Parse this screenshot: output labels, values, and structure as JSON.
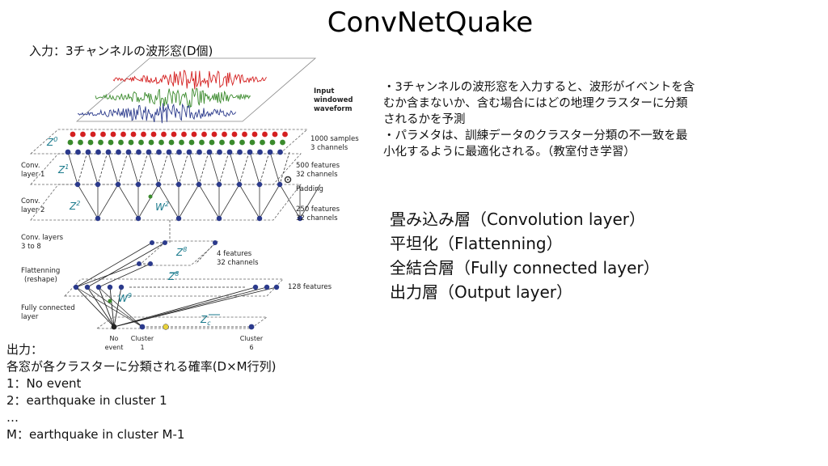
{
  "slide": {
    "title": "ConvNetQuake",
    "input_label": "入力：3チャンネルの波形窓(D個)",
    "description_lines": [
      "・3チャンネルの波形窓を入力すると、波形がイベントを含",
      "むか含まないか、含む場合にはどの地理クラスターに分類",
      "されるかを予測",
      "・パラメタは、訓練データのクラスター分類の不一致を最",
      "小化するように最適化される。（教室付き学習）"
    ],
    "layers": [
      "畳み込み層（Convolution layer）",
      "平坦化（Flattenning）",
      "全結合層（Fully connected layer）",
      "出力層（Output layer）"
    ],
    "output_lines": [
      "出力：",
      "各窓が各クラスターに分類される確率(D×M行列)",
      "1：No event",
      "2：earthquake in cluster 1",
      "…",
      "M：earthquake in cluster M-1"
    ]
  },
  "diagram": {
    "left_labels": {
      "conv1": [
        "Conv.",
        "layer 1"
      ],
      "conv2": [
        "Conv.",
        "layer 2"
      ],
      "conv38": [
        "Conv. layers",
        "3 to 8"
      ],
      "flat": [
        "Flattenning",
        "(reshape)"
      ],
      "fc": [
        "Fully connected",
        "layer"
      ]
    },
    "right_labels": {
      "input": [
        "Input",
        "windowed",
        "waveform"
      ],
      "samples": [
        "1000 samples",
        "3 channels"
      ],
      "f500": [
        "500 features",
        "32 channels"
      ],
      "padding": "Padding",
      "f250": [
        "250 features",
        "32 channels"
      ],
      "f4": [
        "4 features",
        "32 channels"
      ],
      "f128": "128 features"
    },
    "symbols": {
      "z0": "Z",
      "z0s": "0",
      "z1": "Z",
      "z1s": "1",
      "z2": "Z",
      "z2s": "2",
      "w2": "W",
      "w2s": "2",
      "z8": "Z",
      "z8s": "8",
      "z8b": "Z",
      "z8bs": "8",
      "w9": "W",
      "w9s": "9",
      "zc": "Z",
      "zcs": "c"
    },
    "output_nodes": {
      "no_event": [
        "No",
        "event"
      ],
      "cluster1": [
        "Cluster",
        "1"
      ],
      "cluster6": [
        "Cluster",
        "6"
      ]
    },
    "colors": {
      "red": "#d42020",
      "green": "#3a8a2c",
      "blue": "#2b3a8c",
      "teal": "#1a7a8c",
      "yellow": "#e8d23c"
    }
  }
}
